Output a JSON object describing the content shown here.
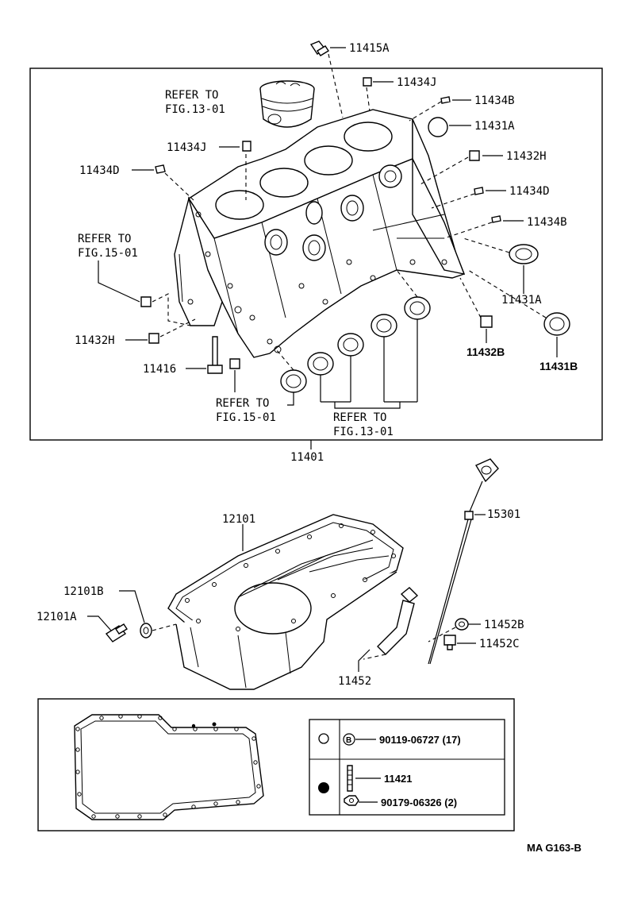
{
  "labels": {
    "p11415A": "11415A",
    "p11434J_top": "11434J",
    "p11434B_top": "11434B",
    "p11431A_top": "11431A",
    "p11432H_right": "11432H",
    "p11434D_right": "11434D",
    "p11434B_right": "11434B",
    "p11434J_left": "11434J",
    "p11434D_left": "11434D",
    "p11431A_mid": "11431A",
    "p11432H_left": "11432H",
    "p11416": "11416",
    "p11432B": "11432B",
    "p11431B": "11431B",
    "p11401": "11401",
    "p12101": "12101",
    "p15301": "15301",
    "p12101B": "12101B",
    "p12101A": "12101A",
    "p11452B": "11452B",
    "p11452C": "11452C",
    "p11452": "11452",
    "p11421": "11421"
  },
  "refs": {
    "refer_to": "REFER TO",
    "fig_13_01": "FIG.13-01",
    "fig_15_01": "FIG.15-01"
  },
  "legend": {
    "badge_letter": "B",
    "row1_part": "90119-06727 (17)",
    "row3_part": "90179-06326 (2)"
  },
  "footer": {
    "code": "MA  G163-B"
  }
}
